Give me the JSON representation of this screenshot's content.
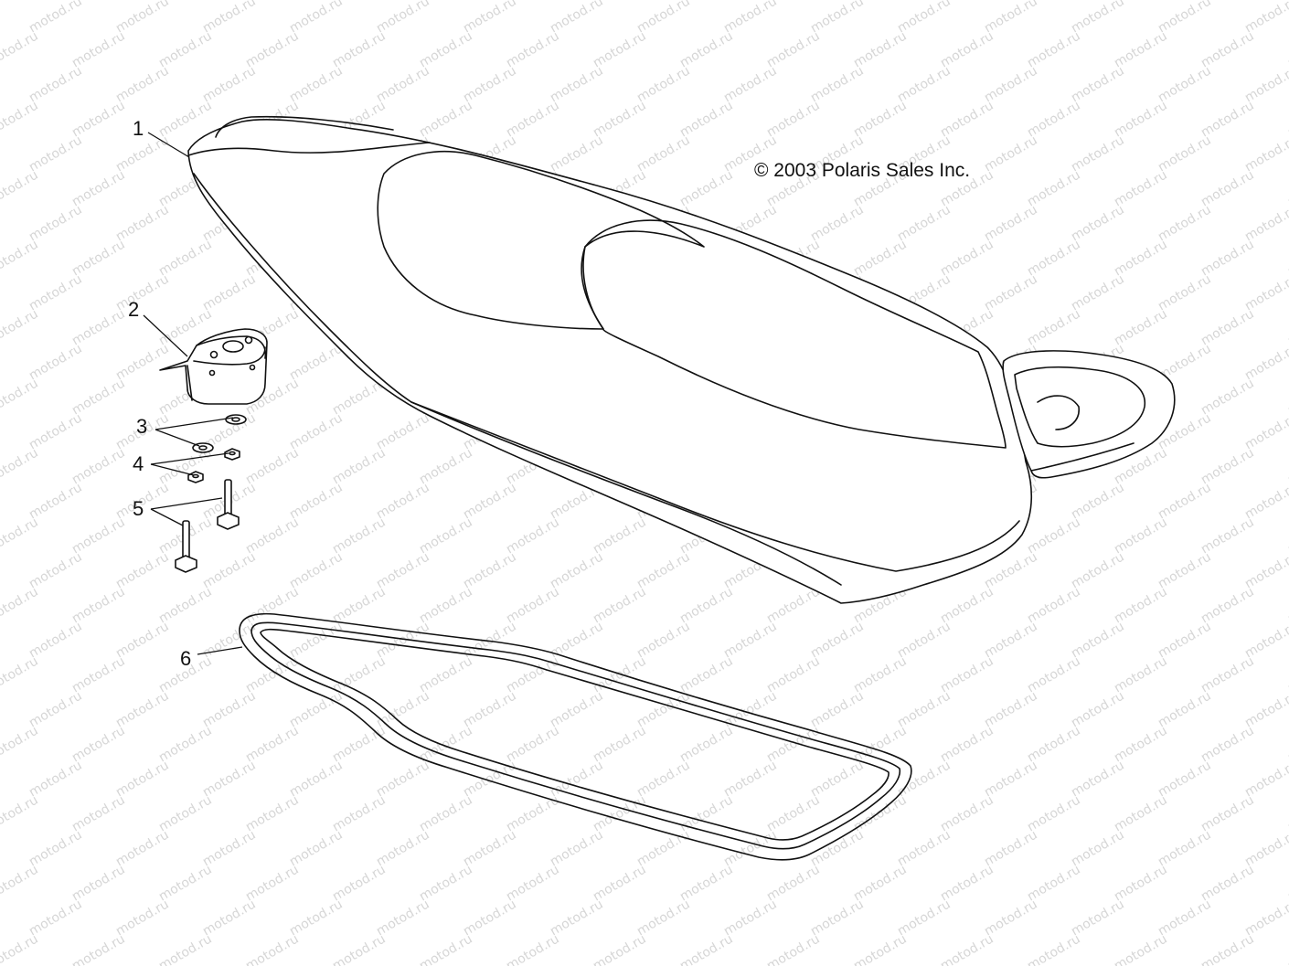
{
  "copyright": "© 2003 Polaris Sales Inc.",
  "watermark": "motod.ru",
  "callouts": {
    "c1": "1",
    "c2": "2",
    "c3": "3",
    "c4": "4",
    "c5": "5",
    "c6": "6"
  },
  "colors": {
    "ink": "#111111",
    "watermark": "#d6d6d6",
    "background": "#ffffff"
  }
}
